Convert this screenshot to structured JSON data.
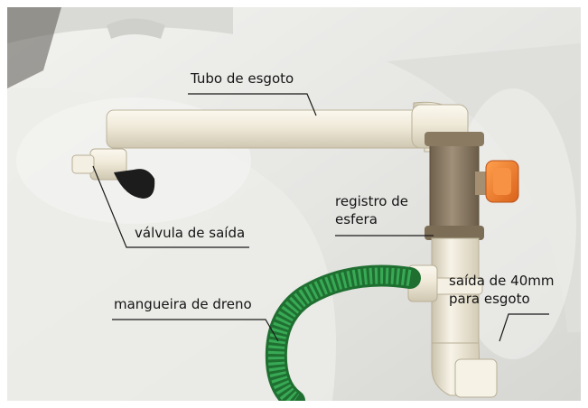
{
  "labels": {
    "tubo": "Tubo de esgoto",
    "valvula": "válvula de saída",
    "registro_l1": "registro de",
    "registro_l2": "esfera",
    "mangueira": "mangueira de dreno",
    "saida_l1": "saída de 40mm",
    "saida_l2": "para esgoto"
  },
  "colors": {
    "tank": "#e4e4e1",
    "pvc": "#f1ede0",
    "gray_pvc": "#8e7d63",
    "orange_handle": "#f07c2a",
    "hose_green": "#2f9a47",
    "leader_line": "#1a1a1a"
  }
}
